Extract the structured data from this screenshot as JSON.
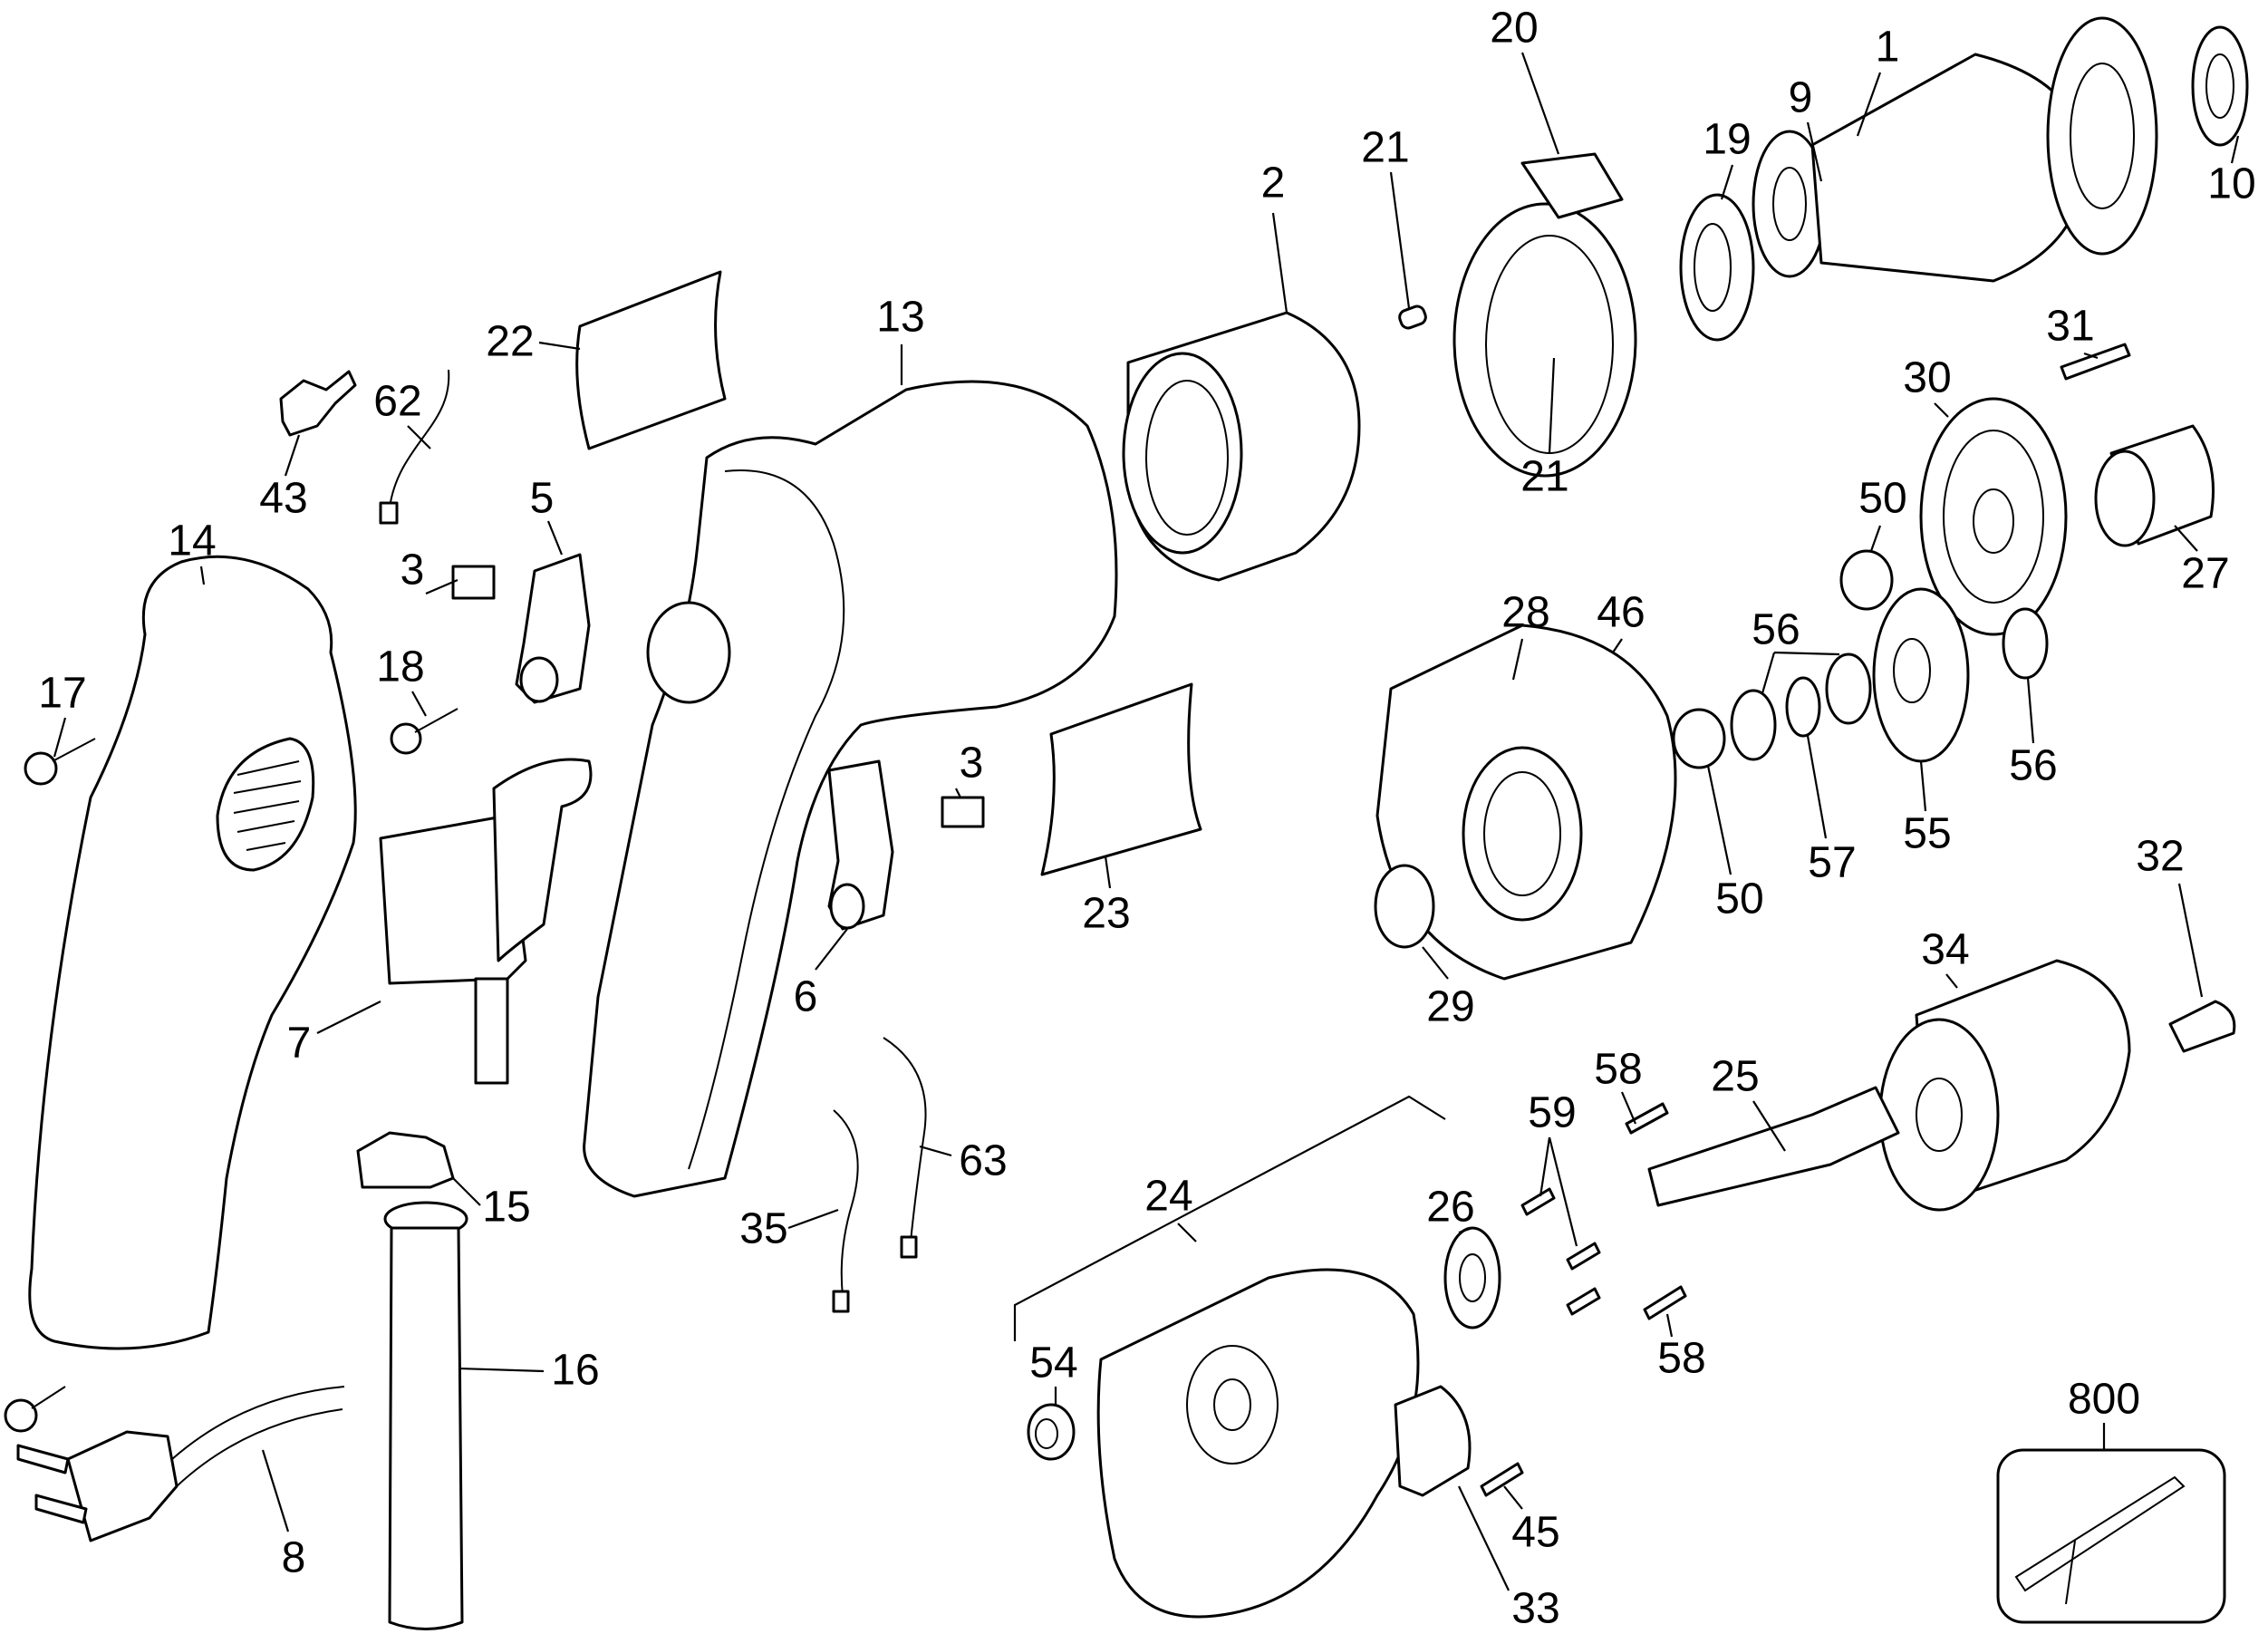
{
  "diagram": {
    "type": "exploded-parts-diagram",
    "subject": "power drill / screwdriver",
    "callouts": [
      {
        "id": "c1",
        "label": "1"
      },
      {
        "id": "c2",
        "label": "2"
      },
      {
        "id": "c3a",
        "label": "3"
      },
      {
        "id": "c3b",
        "label": "3"
      },
      {
        "id": "c5",
        "label": "5"
      },
      {
        "id": "c6",
        "label": "6"
      },
      {
        "id": "c7",
        "label": "7"
      },
      {
        "id": "c8",
        "label": "8"
      },
      {
        "id": "c9",
        "label": "9"
      },
      {
        "id": "c10",
        "label": "10"
      },
      {
        "id": "c13",
        "label": "13"
      },
      {
        "id": "c14",
        "label": "14"
      },
      {
        "id": "c15",
        "label": "15"
      },
      {
        "id": "c16",
        "label": "16"
      },
      {
        "id": "c17",
        "label": "17"
      },
      {
        "id": "c18",
        "label": "18"
      },
      {
        "id": "c19",
        "label": "19"
      },
      {
        "id": "c20",
        "label": "20"
      },
      {
        "id": "c21a",
        "label": "21"
      },
      {
        "id": "c21b",
        "label": "21"
      },
      {
        "id": "c22",
        "label": "22"
      },
      {
        "id": "c23",
        "label": "23"
      },
      {
        "id": "c24",
        "label": "24"
      },
      {
        "id": "c25",
        "label": "25"
      },
      {
        "id": "c26",
        "label": "26"
      },
      {
        "id": "c27",
        "label": "27"
      },
      {
        "id": "c28",
        "label": "28"
      },
      {
        "id": "c29",
        "label": "29"
      },
      {
        "id": "c30",
        "label": "30"
      },
      {
        "id": "c31",
        "label": "31"
      },
      {
        "id": "c32",
        "label": "32"
      },
      {
        "id": "c33",
        "label": "33"
      },
      {
        "id": "c34",
        "label": "34"
      },
      {
        "id": "c35",
        "label": "35"
      },
      {
        "id": "c43",
        "label": "43"
      },
      {
        "id": "c45",
        "label": "45"
      },
      {
        "id": "c46",
        "label": "46"
      },
      {
        "id": "c50a",
        "label": "50"
      },
      {
        "id": "c50b",
        "label": "50"
      },
      {
        "id": "c54",
        "label": "54"
      },
      {
        "id": "c55",
        "label": "55"
      },
      {
        "id": "c56a",
        "label": "56"
      },
      {
        "id": "c56b",
        "label": "56"
      },
      {
        "id": "c57",
        "label": "57"
      },
      {
        "id": "c58a",
        "label": "58"
      },
      {
        "id": "c58b",
        "label": "58"
      },
      {
        "id": "c59",
        "label": "59"
      },
      {
        "id": "c62",
        "label": "62"
      },
      {
        "id": "c63",
        "label": "63"
      },
      {
        "id": "c800",
        "label": "800"
      }
    ]
  }
}
